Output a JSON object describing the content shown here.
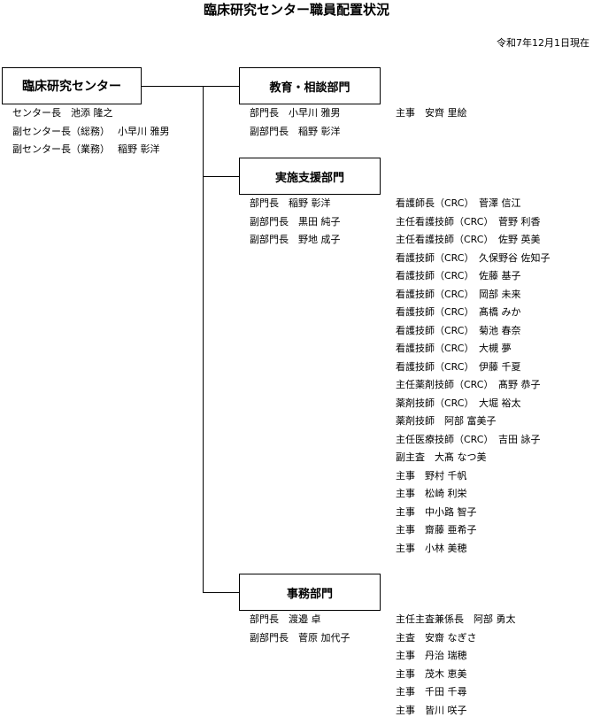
{
  "title": "臨床研究センター職員配置状況",
  "date": "令和7年12月1日現在",
  "root": {
    "name": "臨床研究センター",
    "members": [
      "センター長　池添 隆之",
      "副センター長（総務）　 小早川 雅男",
      "副センター長（業務）　 稲野 彰洋"
    ]
  },
  "departments": [
    {
      "name": "教育・相談部門",
      "left": [
        "部門長　小早川 雅男",
        "副部門長　稲野 彰洋"
      ],
      "right": [
        "主事　安齊 里絵"
      ]
    },
    {
      "name": "実施支援部門",
      "left": [
        "部門長　稲野 彰洋",
        "副部門長　黒田 純子",
        "副部門長　野地 成子"
      ],
      "right": [
        "看護師長（CRC）　菅澤 信江",
        "主任看護技師（CRC）　菅野 利香",
        "主任看護技師（CRC）　佐野 英美",
        "看護技師（CRC）　久保野谷 佐知子",
        "看護技師（CRC）　佐藤 基子",
        "看護技師（CRC）　岡部 未来",
        "看護技師（CRC）　髙橋 みか",
        "看護技師（CRC）　菊池 春奈",
        "看護技師（CRC）　大槻 夢",
        "看護技師（CRC）　伊藤 千夏",
        "主任薬剤技師（CRC）　髙野 恭子",
        "薬剤技師（CRC）　大堀 裕太",
        "薬剤技師　阿部 富美子",
        "主任医療技師（CRC）　吉田 詠子",
        "副主査　大髙 なつ美",
        "主事　野村 千帆",
        "主事　松崎 利栄",
        "主事　中小路 智子",
        "主事　齋藤 亜希子",
        "主事　小林 美穂"
      ]
    },
    {
      "name": "事務部門",
      "left": [
        "部門長　渡邉 卓",
        "副部門長　菅原 加代子"
      ],
      "right": [
        "主任主査兼係長　阿部 勇太",
        "主査　安齋 なぎさ",
        "主事　丹治 瑞穂",
        "主事　茂木 恵美",
        "主事　千田 千尋",
        "主事　皆川 咲子"
      ]
    }
  ]
}
